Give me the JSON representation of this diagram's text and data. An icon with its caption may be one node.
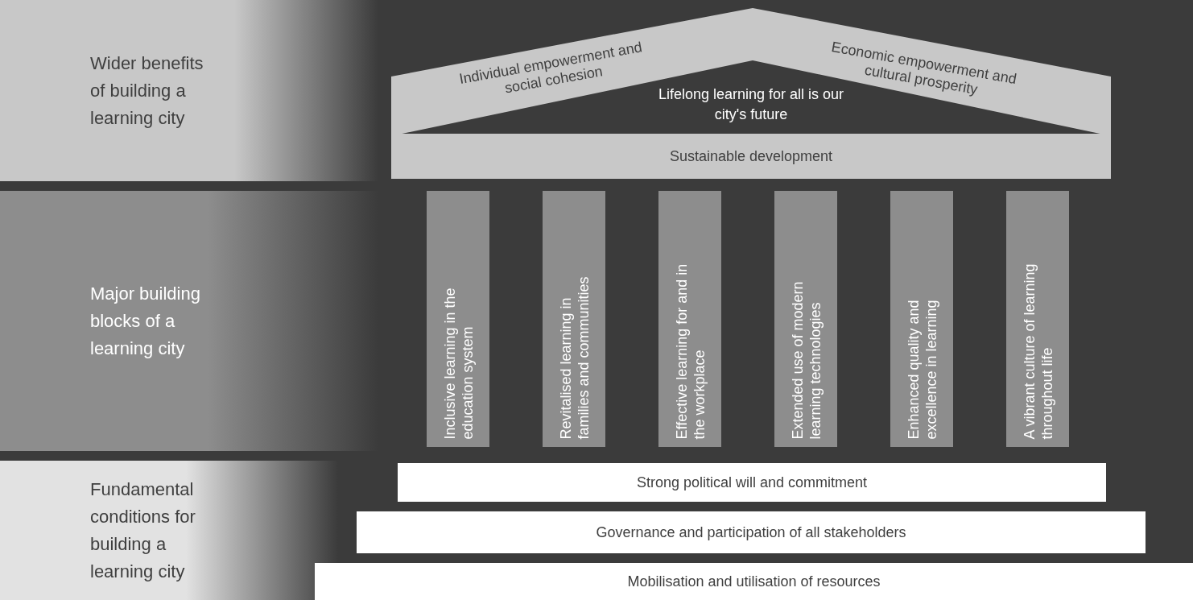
{
  "diagram": {
    "nodes": [
      {
        "text": [
          "Wider benefits of building a learning city"
        ]
      },
      {
        "text": [
          "Major building blocks of a learning city"
        ]
      },
      {
        "text": [
          "Fundamental conditions for building a learning city"
        ]
      },
      {
        "text": [
          "Individual empowerment and social cohesion",
          "Economic empowerment and cultural prosperity"
        ]
      },
      {
        "text": [
          "Lifelong learning for all is our city's future"
        ],
        "in": 3
      },
      {
        "text": [
          "Sustainable development"
        ]
      },
      {
        "text": [
          "Inclusive learning in the education system"
        ]
      },
      {
        "text": [
          "Revitalised learning in families and communities"
        ]
      },
      {
        "text": [
          "Effective learning for and in the workplace"
        ]
      },
      {
        "text": [
          "Extended use of modern learning technologies"
        ]
      },
      {
        "text": [
          "Enhanced quality and excellence in learning"
        ]
      },
      {
        "text": [
          "A vibrant culture of learning throughout life"
        ]
      },
      {
        "text": [
          "Strong political will and commitment"
        ]
      },
      {
        "text": [
          "Governance and participation of all stakeholders"
        ]
      },
      {
        "text": [
          "Mobilisation and utilisation of resources"
        ]
      }
    ],
    "edges": []
  }
}
